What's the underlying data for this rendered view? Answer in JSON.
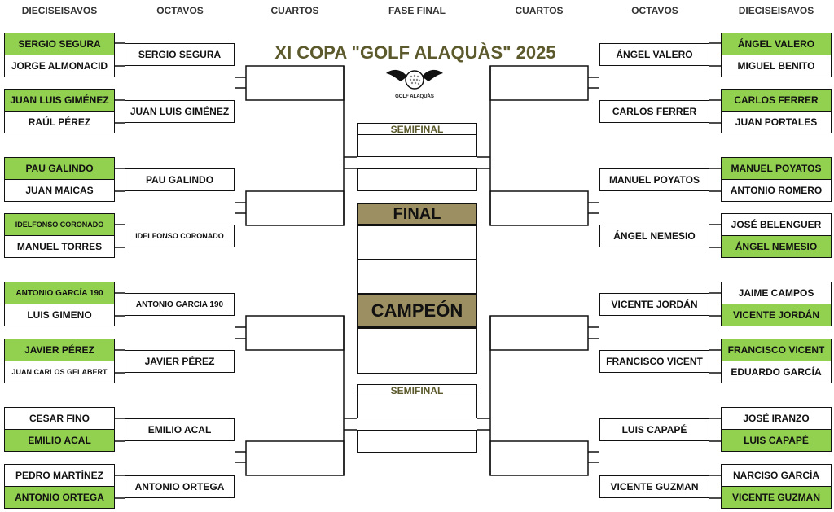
{
  "headers": {
    "left_r16": "DIECISEISAVOS",
    "left_r8": "OCTAVOS",
    "left_qf": "CUARTOS",
    "final_phase": "FASE FINAL",
    "right_qf": "CUARTOS",
    "right_r8": "OCTAVOS",
    "right_r16": "DIECISEISAVOS"
  },
  "title": "XI COPA \"GOLF ALAQUÀS\" 2025",
  "logo_text": "GOLF ALAQUÀS",
  "center": {
    "semifinal_top": "SEMIFINAL",
    "final": "FINAL",
    "champion": "CAMPEÓN",
    "semifinal_bottom": "SEMIFINAL"
  },
  "left": {
    "r16": [
      {
        "top": "SERGIO SEGURA",
        "bottom": "JORGE ALMONACID",
        "winner": "top"
      },
      {
        "top": "JUAN LUIS GIMÉNEZ",
        "bottom": "RAÚL PÉREZ",
        "winner": "top"
      },
      {
        "top": "PAU GALINDO",
        "bottom": "JUAN MAICAS",
        "winner": "top"
      },
      {
        "top": "IDELFONSO CORONADO",
        "bottom": "MANUEL TORRES",
        "winner": "top"
      },
      {
        "top": "ANTONIO GARCÍA 190",
        "bottom": "LUIS GIMENO",
        "winner": "top"
      },
      {
        "top": "JAVIER PÉREZ",
        "bottom": "JUAN CARLOS GELABERT",
        "winner": "top"
      },
      {
        "top": "CESAR FINO",
        "bottom": "EMILIO ACAL",
        "winner": "bottom"
      },
      {
        "top": "PEDRO MARTÍNEZ",
        "bottom": "ANTONIO ORTEGA",
        "winner": "bottom"
      }
    ],
    "r8": [
      "SERGIO SEGURA",
      "JUAN LUIS GIMÉNEZ",
      "PAU GALINDO",
      "IDELFONSO CORONADO",
      "ANTONIO GARCIA 190",
      "JAVIER PÉREZ",
      "EMILIO ACAL",
      "ANTONIO ORTEGA"
    ]
  },
  "right": {
    "r16": [
      {
        "top": "ÁNGEL VALERO",
        "bottom": "MIGUEL BENITO",
        "winner": "top"
      },
      {
        "top": "CARLOS FERRER",
        "bottom": "JUAN PORTALES",
        "winner": "top"
      },
      {
        "top": "MANUEL POYATOS",
        "bottom": "ANTONIO ROMERO",
        "winner": "top"
      },
      {
        "top": "JOSÉ BELENGUER",
        "bottom": "ÁNGEL NEMESIO",
        "winner": "bottom"
      },
      {
        "top": "JAIME CAMPOS",
        "bottom": "VICENTE JORDÁN",
        "winner": "bottom"
      },
      {
        "top": "FRANCISCO VICENT",
        "bottom": "EDUARDO GARCÍA",
        "winner": "top"
      },
      {
        "top": "JOSÉ IRANZO",
        "bottom": "LUIS CAPAPÉ",
        "winner": "bottom"
      },
      {
        "top": "NARCISO GARCÍA",
        "bottom": "VICENTE GUZMAN",
        "winner": "bottom"
      }
    ],
    "r8": [
      "ÁNGEL VALERO",
      "CARLOS FERRER",
      "MANUEL POYATOS",
      "ÁNGEL NEMESIO",
      "VICENTE JORDÁN",
      "FRANCISCO VICENT",
      "LUIS CAPAPÉ",
      "VICENTE GUZMAN"
    ]
  }
}
